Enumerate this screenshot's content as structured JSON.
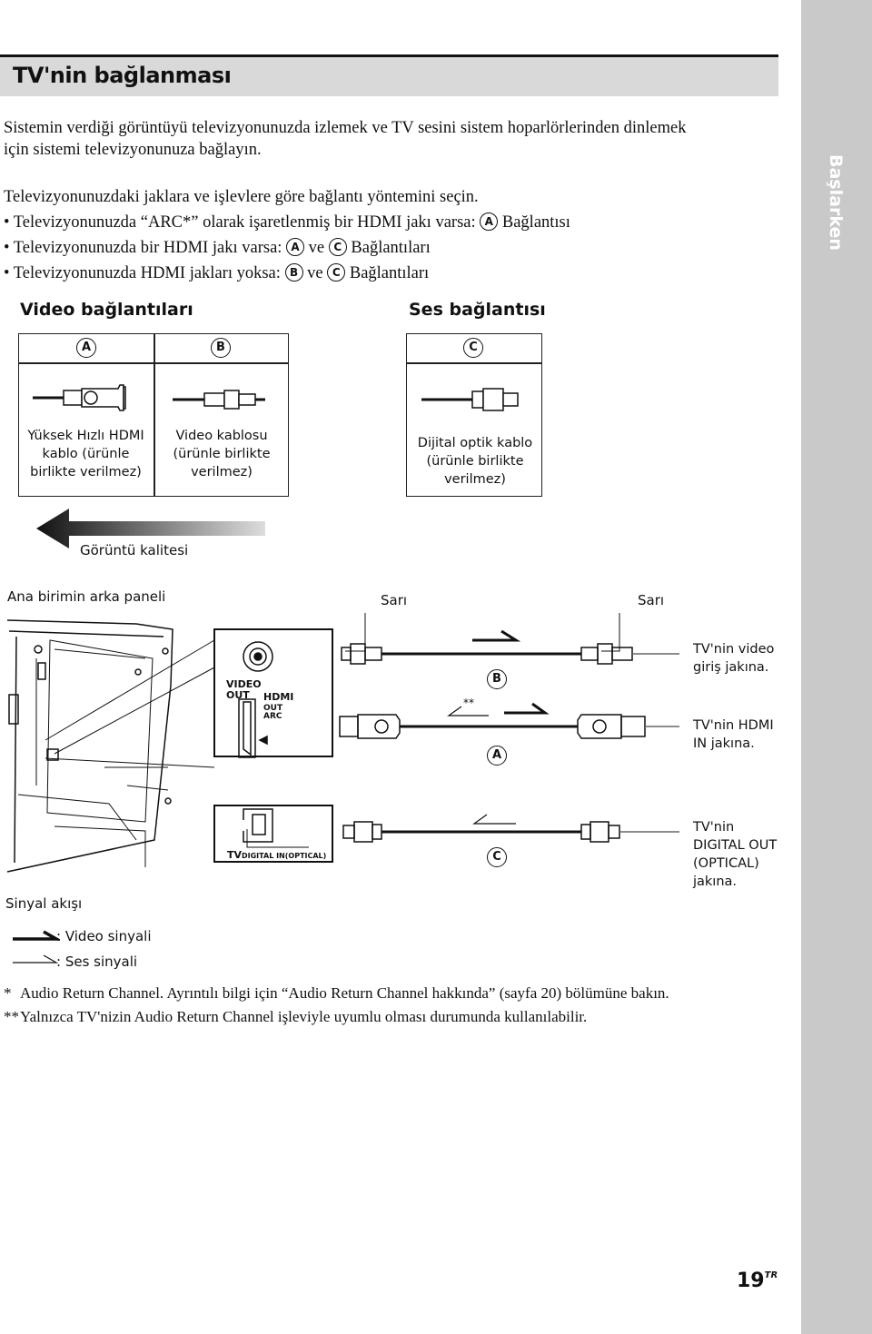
{
  "side_tab": {
    "label": "Başlarken"
  },
  "header": {
    "title": "TV'nin bağlanması"
  },
  "intro": {
    "line1": "Sistemin verdiği görüntüyü televizyonunuzda izlemek ve TV sesini sistem hoparlörlerinden dinlemek",
    "line2": "için sistemi televizyonunuza bağlayın.",
    "choose": "Televizyonunuzdaki jaklara ve işlevlere göre bağlantı yöntemini seçin."
  },
  "bullets": [
    {
      "text": "Televizyonunuzda “ARC*” olarak işaretlenmiş bir HDMI jakı varsa:",
      "c1": "A",
      "mid": "",
      "c2": "",
      "tail": "Bağlantısı"
    },
    {
      "text": "Televizyonunuzda bir HDMI jakı varsa:",
      "c1": "A",
      "mid": "ve",
      "c2": "C",
      "tail": "Bağlantıları"
    },
    {
      "text": "Televizyonunuzda HDMI jakları yoksa:",
      "c1": "B",
      "mid": "ve",
      "c2": "C",
      "tail": "Bağlantıları"
    }
  ],
  "sections": {
    "video": "Video bağlantıları",
    "audio": "Ses bağlantısı"
  },
  "cables": [
    {
      "letter": "A",
      "caption": "Yüksek Hızlı HDMI kablo (ürünle birlikte verilmez)"
    },
    {
      "letter": "B",
      "caption": "Video kablosu (ürünle birlikte verilmez)"
    },
    {
      "letter": "C",
      "caption": "Dijital optik kablo (ürünle birlikte verilmez)"
    }
  ],
  "quality_label": "Görüntü kalitesi",
  "diagram": {
    "rear_panel": "Ana birimin arka paneli",
    "yellow_left": "Sarı",
    "yellow_right": "Sarı",
    "jack_video_out_1": "VIDEO",
    "jack_video_out_2": "OUT",
    "jack_hdmi_1": "HDMI",
    "jack_hdmi_2": "OUT",
    "jack_hdmi_3": "ARC",
    "jack_tv": "TV",
    "jack_optical": "DIGITAL IN(OPTICAL)",
    "double_star": "**",
    "letter_b": "B",
    "letter_a": "A",
    "letter_c": "C",
    "tv_video_in": "TV'nin video giriş jakına.",
    "tv_hdmi_in": "TV'nin HDMI IN jakına.",
    "tv_digital_out": "TV'nin DIGITAL OUT (OPTICAL) jakına.",
    "signal_flow": "Sinyal akışı",
    "legend_video": ": Video sinyali",
    "legend_audio": ": Ses sinyali"
  },
  "footnotes": [
    {
      "mark": "*",
      "text": "Audio Return Channel. Ayrıntılı bilgi için “Audio Return Channel hakkında” (sayfa 20) bölümüne bakın."
    },
    {
      "mark": "**",
      "text": "Yalnızca TV'nizin Audio Return Channel işleviyle uyumlu olması durumunda kullanılabilir."
    }
  ],
  "page": {
    "number": "19",
    "suffix": "TR"
  }
}
